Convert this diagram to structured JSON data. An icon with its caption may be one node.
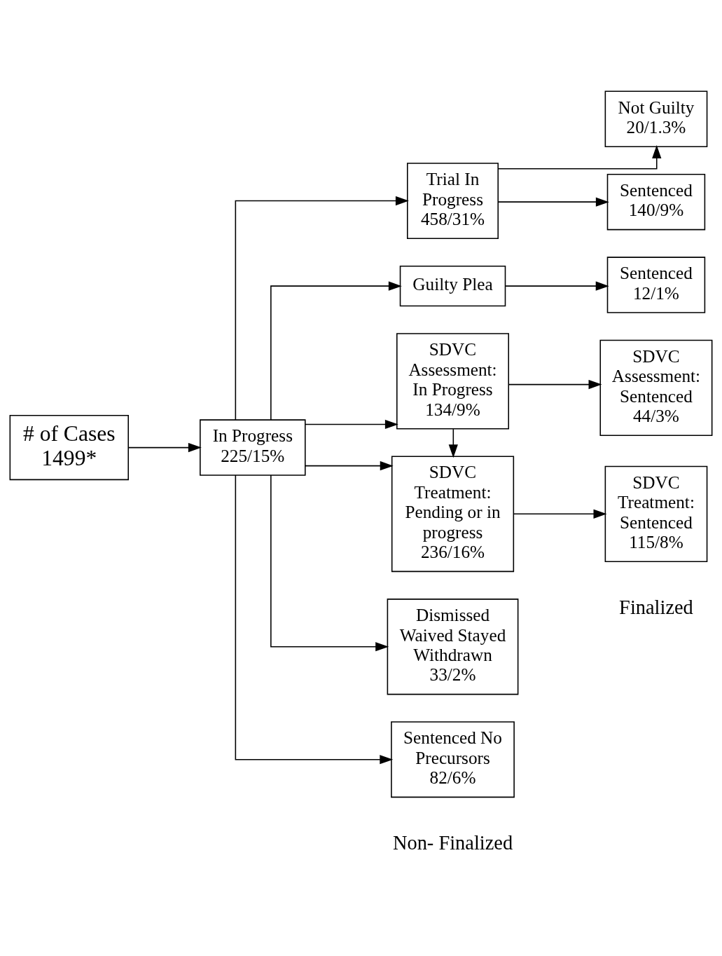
{
  "diagram": {
    "nodes": [
      {
        "text": [
          "# of Cases 1499*"
        ]
      },
      {
        "text": [
          "In Progress",
          "225/15%"
        ]
      },
      {
        "text": [
          "Trial In Progress",
          "458/31%"
        ]
      },
      {
        "text": [
          "Guilty Plea"
        ]
      },
      {
        "text": [
          "SDVC Assessment: In Progress",
          "134/9%"
        ]
      },
      {
        "text": [
          "SDVC Treatment: Pending or in progress",
          "236/16%"
        ]
      },
      {
        "text": [
          "Dismissed Waived Stayed Withdrawn",
          "33/2%"
        ]
      },
      {
        "text": [
          "Not Guilty",
          "20/1.3%"
        ]
      },
      {
        "text": [
          "Sentenced",
          "140/9%"
        ]
      },
      {
        "text": [
          "Sentenced",
          "12/1%"
        ]
      },
      {
        "text": [
          "Sentenced No Precursors",
          "82/6%"
        ]
      },
      {
        "text": [
          "SDVC Assessment: Sentenced",
          "44/3%"
        ]
      },
      {
        "text": [
          "SDVC Treatment: Sentenced",
          "115/8%"
        ]
      }
    ],
    "edges": [
      {
        "from": 0,
        "to": 1,
        "arrow": "to"
      },
      {
        "from": 1,
        "to": 6,
        "arrow": "to"
      },
      {
        "from": 1,
        "to": 2,
        "arrow": "to"
      },
      {
        "from": 1,
        "to": 3,
        "arrow": "to"
      },
      {
        "from": 1,
        "to": 10,
        "arrow": "to"
      },
      {
        "from": 1,
        "to": 4,
        "arrow": "to"
      },
      {
        "from": 1,
        "to": 5,
        "arrow": "to"
      },
      {
        "from": 2,
        "to": 7,
        "arrow": "to"
      },
      {
        "from": 2,
        "to": 8,
        "arrow": "to"
      },
      {
        "from": 3,
        "to": 9,
        "arrow": "to"
      },
      {
        "from": 4,
        "to": 11,
        "arrow": "to"
      },
      {
        "from": 4,
        "to": 5,
        "arrow": "to"
      },
      {
        "from": 5,
        "to": 12,
        "arrow": "to"
      }
    ],
    "labels": [
      "Non- Finalized",
      "Finalized"
    ]
  }
}
